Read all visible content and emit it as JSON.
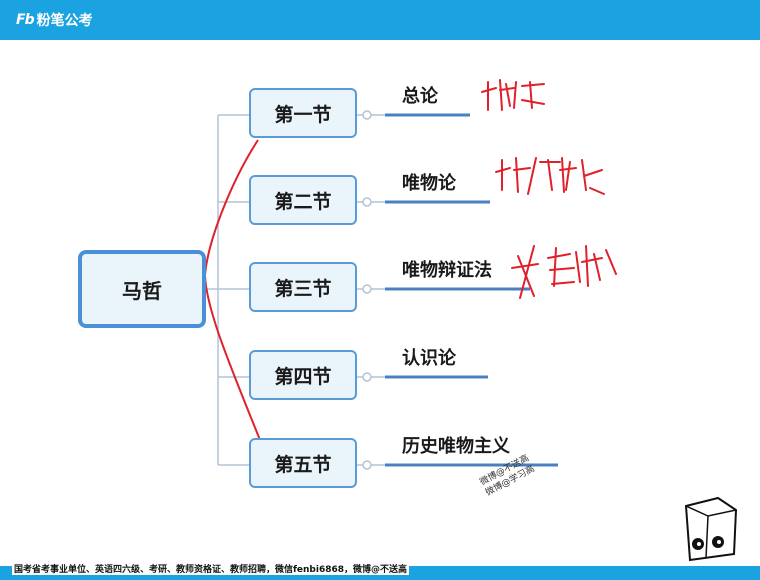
{
  "header": {
    "logo_badge": "Fb",
    "logo_text": "粉笔公考"
  },
  "mindmap": {
    "root": "马哲",
    "sections": [
      {
        "label": "第一节",
        "topic": "总论"
      },
      {
        "label": "第二节",
        "topic": "唯物论"
      },
      {
        "label": "第三节",
        "topic": "唯物辩证法"
      },
      {
        "label": "第四节",
        "topic": "认识论"
      },
      {
        "label": "第五节",
        "topic": "历史唯物主义"
      }
    ]
  },
  "handwriting": {
    "note_1": "概述",
    "note_2": "概/概",
    "note_3": "看法",
    "color": "#e0202a"
  },
  "watermark": {
    "line1": "微博@不送高",
    "line2": "微博@学习高"
  },
  "footer": {
    "text": "国考省考事业单位、英语四六级、考研、教师资格证、教师招聘，微信fenbi6868，微博@不送高"
  },
  "colors": {
    "brand": "#1aa3e0",
    "node_border": "#5b9bd5",
    "node_fill": "#eaf4fb",
    "underline": "#4a7fc1"
  }
}
